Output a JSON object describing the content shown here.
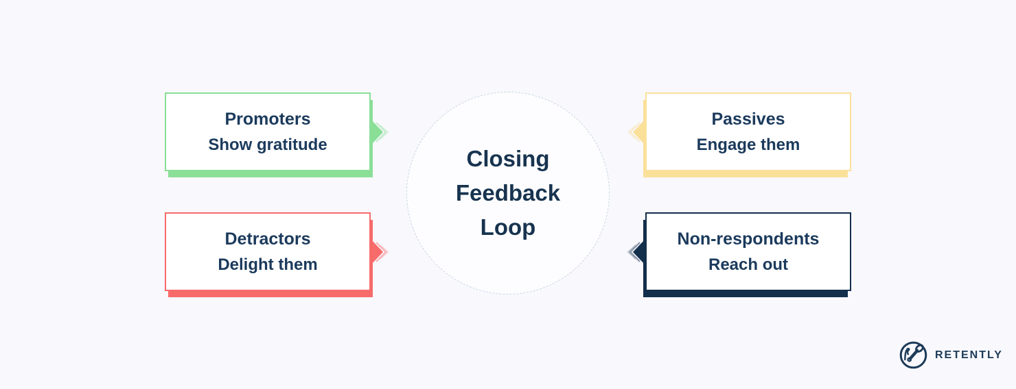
{
  "canvas": {
    "background": "#f8f8fd"
  },
  "center": {
    "lines": [
      "Closing",
      "Feedback",
      "Loop"
    ],
    "fill": "#fdfdff",
    "border_color": "#c9d6e2",
    "text_color": "#17334f"
  },
  "cards": {
    "promoters": {
      "title": "Promoters",
      "subtitle": "Show gratitude",
      "accent": "#8adf97"
    },
    "detractors": {
      "title": "Detractors",
      "subtitle": "Delight them",
      "accent": "#f76b6b"
    },
    "passives": {
      "title": "Passives",
      "subtitle": "Engage them",
      "accent": "#fbe099"
    },
    "non_respondents": {
      "title": "Non-respondents",
      "subtitle": "Reach out",
      "accent": "#132f4c"
    }
  },
  "text_color": "#1b3a5c",
  "logo": {
    "wordmark": "RETENTLY",
    "color": "#1c3a57"
  }
}
